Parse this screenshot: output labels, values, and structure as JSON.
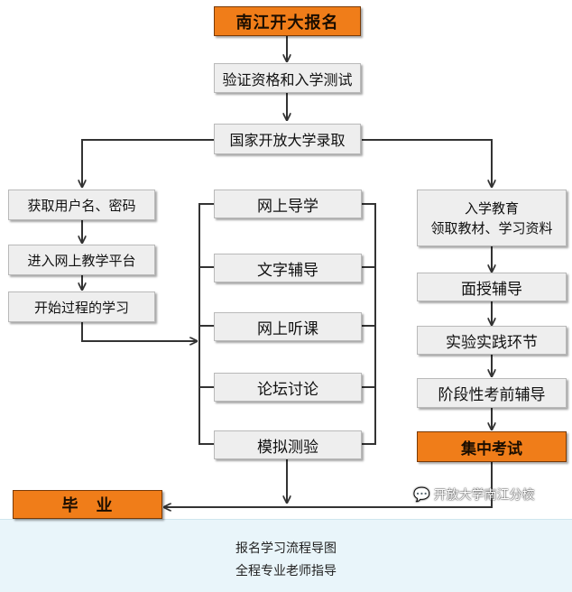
{
  "diagram": {
    "top": {
      "register": "南江开大报名",
      "verify": "验证资格和入学测试",
      "admit": "国家开放大学录取"
    },
    "left": {
      "get_account": "获取用户名、密码",
      "enter_platform": "进入网上教学平台",
      "start_learning": "开始过程的学习"
    },
    "middle": {
      "guide": "网上导学",
      "text_tutoring": "文字辅导",
      "lecture": "网上听课",
      "forum": "论坛讨论",
      "mock_test": "模拟测验"
    },
    "right": {
      "orientation_line1": "入学教育",
      "orientation_line2": "领取教材、学习资料",
      "face_tutoring": "面授辅导",
      "practice": "实验实践环节",
      "stage_tutoring": "阶段性考前辅导",
      "exam": "集中考试"
    },
    "graduate": "毕　业",
    "watermark": "开放大学南江分校",
    "colors": {
      "accent": "#f07d19",
      "box": "#eeeeee",
      "line": "#333333"
    }
  },
  "caption": {
    "line1": "报名学习流程导图",
    "line2": "全程专业老师指导"
  }
}
